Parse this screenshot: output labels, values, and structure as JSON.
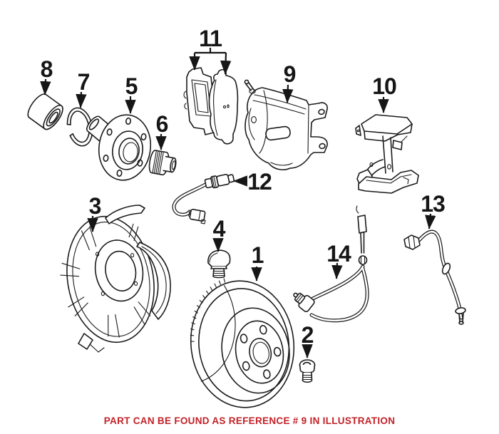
{
  "page": {
    "background": "#ffffff",
    "ink_color": "#1b1b1b"
  },
  "illustration": {
    "kind": "exploded-view brake assembly parts diagram",
    "callouts": [
      {
        "ref": "1",
        "part": "brake-rotor"
      },
      {
        "ref": "2",
        "part": "rotor-set-screw"
      },
      {
        "ref": "3",
        "part": "brake-dust-shield"
      },
      {
        "ref": "4",
        "part": "sealing-plug"
      },
      {
        "ref": "5",
        "part": "wheel-hub"
      },
      {
        "ref": "6",
        "part": "collar-nut"
      },
      {
        "ref": "7",
        "part": "snap-ring"
      },
      {
        "ref": "8",
        "part": "wheel-bearing"
      },
      {
        "ref": "9",
        "part": "brake-caliper"
      },
      {
        "ref": "10",
        "part": "caliper-carrier"
      },
      {
        "ref": "11",
        "part": "brake-pad-set"
      },
      {
        "ref": "12",
        "part": "brake-pad-wear-sensor"
      },
      {
        "ref": "13",
        "part": "brake-hose"
      },
      {
        "ref": "14",
        "part": "abs-wheel-speed-sensor"
      }
    ],
    "note": {
      "text": "PART CAN BE FOUND AS REFERENCE # 9 IN ILLUSTRATION",
      "color": "#c22127",
      "referenced_callout": "9"
    }
  }
}
